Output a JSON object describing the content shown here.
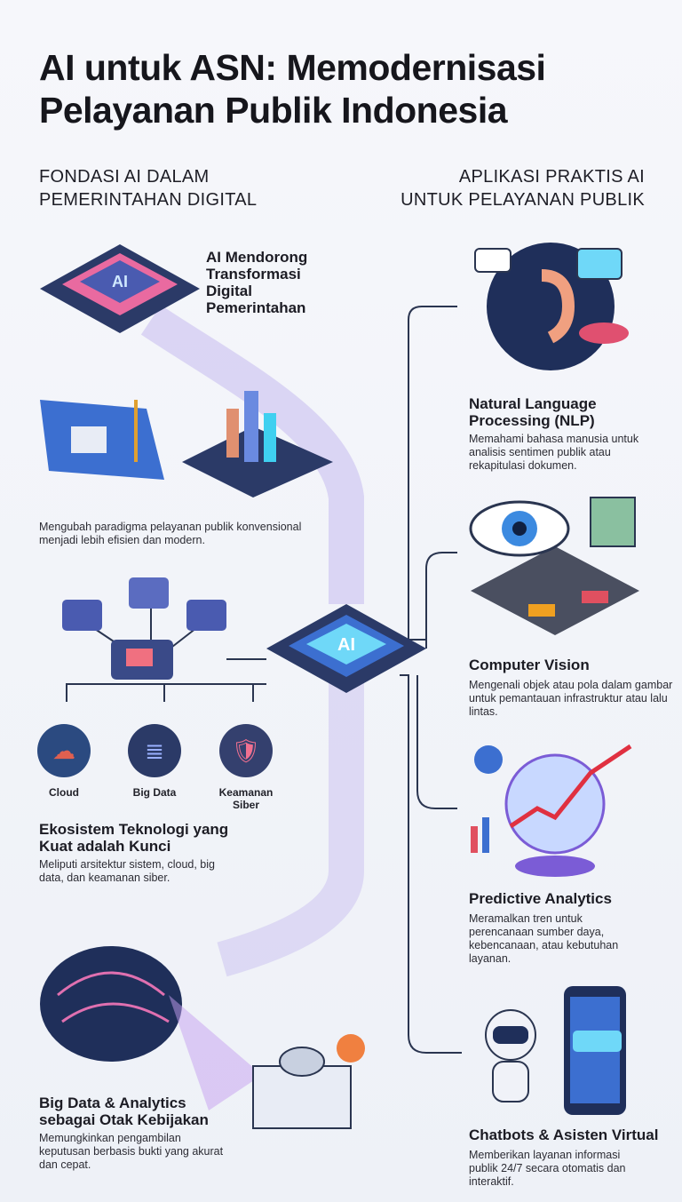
{
  "title": "AI untuk ASN: Memodernisasi Pelayanan Publik Indonesia",
  "left": {
    "heading_1": "FONDASI AI DALAM",
    "heading_2": "PEMERINTAHAN DIGITAL",
    "ai_chip_label": "AI",
    "transform_title": "AI Mendorong Transformasi Digital Pemerintahan",
    "transform_desc": "Mengubah paradigma pelayanan publik konvensional menjadi lebih efisien dan modern.",
    "icons": [
      {
        "label": "Cloud"
      },
      {
        "label": "Big Data"
      },
      {
        "label": "Keamanan Siber"
      }
    ],
    "ecosystem_title": "Ekosistem Teknologi yang Kuat adalah Kunci",
    "ecosystem_desc": "Meliputi arsitektur sistem, cloud, big data, dan keamanan siber.",
    "bigdata_title": "Big Data & Analytics sebagai Otak Kebijakan",
    "bigdata_desc": "Memungkinkan pengambilan keputusan berbasis bukti yang akurat dan cepat."
  },
  "center": {
    "chip_label": "AI"
  },
  "right": {
    "heading_1": "APLIKASI PRAKTIS AI",
    "heading_2": "UNTUK PELAYANAN PUBLIK",
    "items": [
      {
        "title": "Natural Language Processing (NLP)",
        "desc": "Memahami bahasa manusia untuk analisis sentimen publik atau rekapitulasi dokumen."
      },
      {
        "title": "Computer Vision",
        "desc": "Mengenali objek atau pola dalam gambar untuk pemantauan infrastruktur atau lalu lintas."
      },
      {
        "title": "Predictive Analytics",
        "desc": "Meramalkan tren untuk perencanaan sumber daya, kebencanaan, atau kebutuhan layanan."
      },
      {
        "title": "Chatbots & Asisten Virtual",
        "desc": "Memberikan layanan informasi publik 24/7 secara otomatis dan interaktif."
      }
    ]
  },
  "colors": {
    "accent": "#7b5cd6",
    "line": "#2a3550",
    "navy": "#2b3a67",
    "cyan": "#3fd0f0"
  }
}
